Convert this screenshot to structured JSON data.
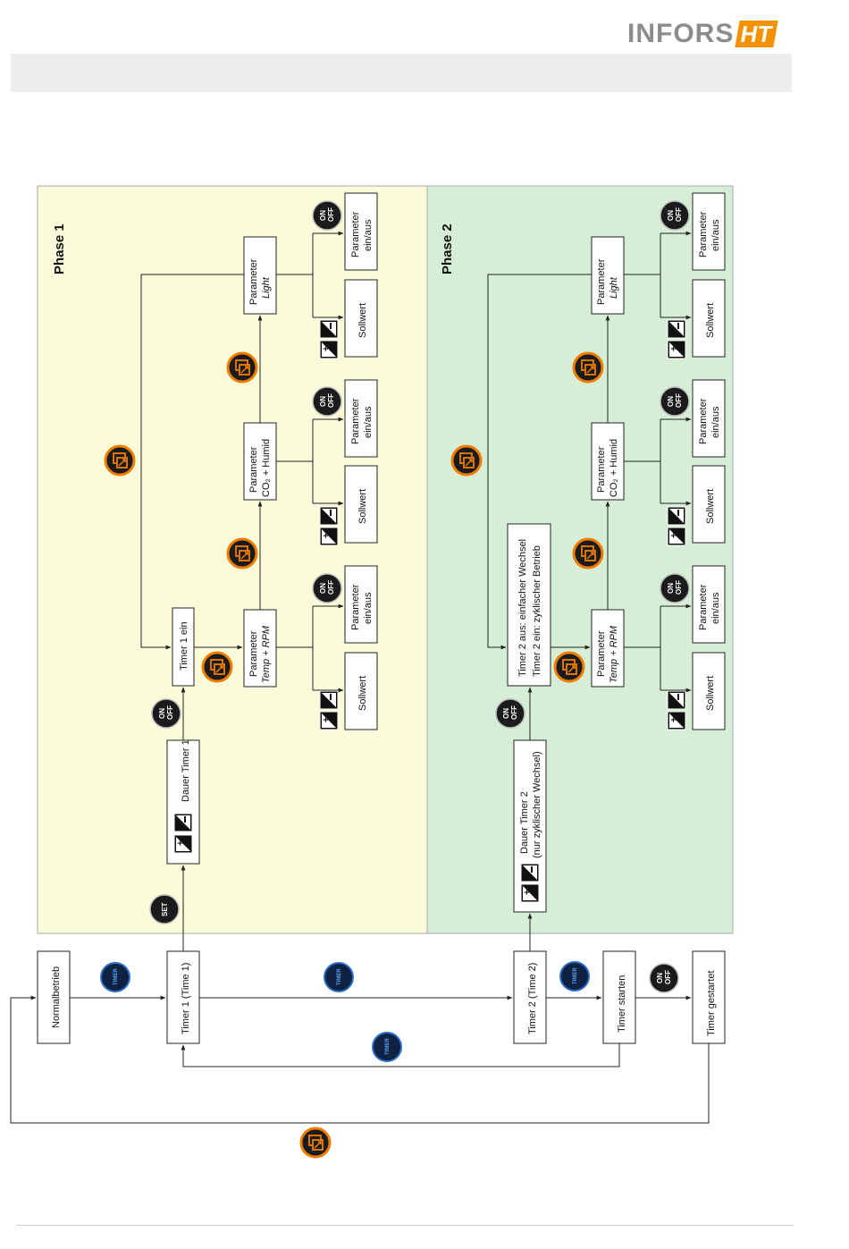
{
  "brand": {
    "name": "INFORS",
    "ht": "HT"
  },
  "phases": {
    "phase1": "Phase 1",
    "phase2": "Phase 2"
  },
  "buttons": {
    "set": "SET",
    "on": "ON",
    "off": "OFF",
    "timer": "TIMER"
  },
  "nodes": {
    "normalbetrieb": "Normalbetrieb",
    "timer1": "Timer 1 (Time 1)",
    "timer2": "Timer 2 (Time 2)",
    "timer_starten": "Timer starten",
    "timer_gestartet": "Timer gestartet",
    "dauer_timer1": "Dauer Timer 1",
    "timer1_ein": "Timer 1 ein",
    "dauer_timer2_l1": "Dauer Timer 2",
    "dauer_timer2_l2": "(nur zyklischer Wechsel)",
    "timer2_mode_l1": "Timer 2 aus: einfacher Wechsel",
    "timer2_mode_l2": "Timer 2 ein: zyklischer Betrieb",
    "parameter": "Parameter",
    "param_temp": "Temp + RPM",
    "param_co2": "CO₂ + Humid",
    "param_light": "Light",
    "sollwert": "Sollwert",
    "param_einaus_l1": "Parameter",
    "param_einaus_l2": "ein/aus"
  },
  "colors": {
    "phase1_bg": "#fafbd9",
    "phase2_bg": "#d5eed5",
    "accent": "#f07d00"
  }
}
